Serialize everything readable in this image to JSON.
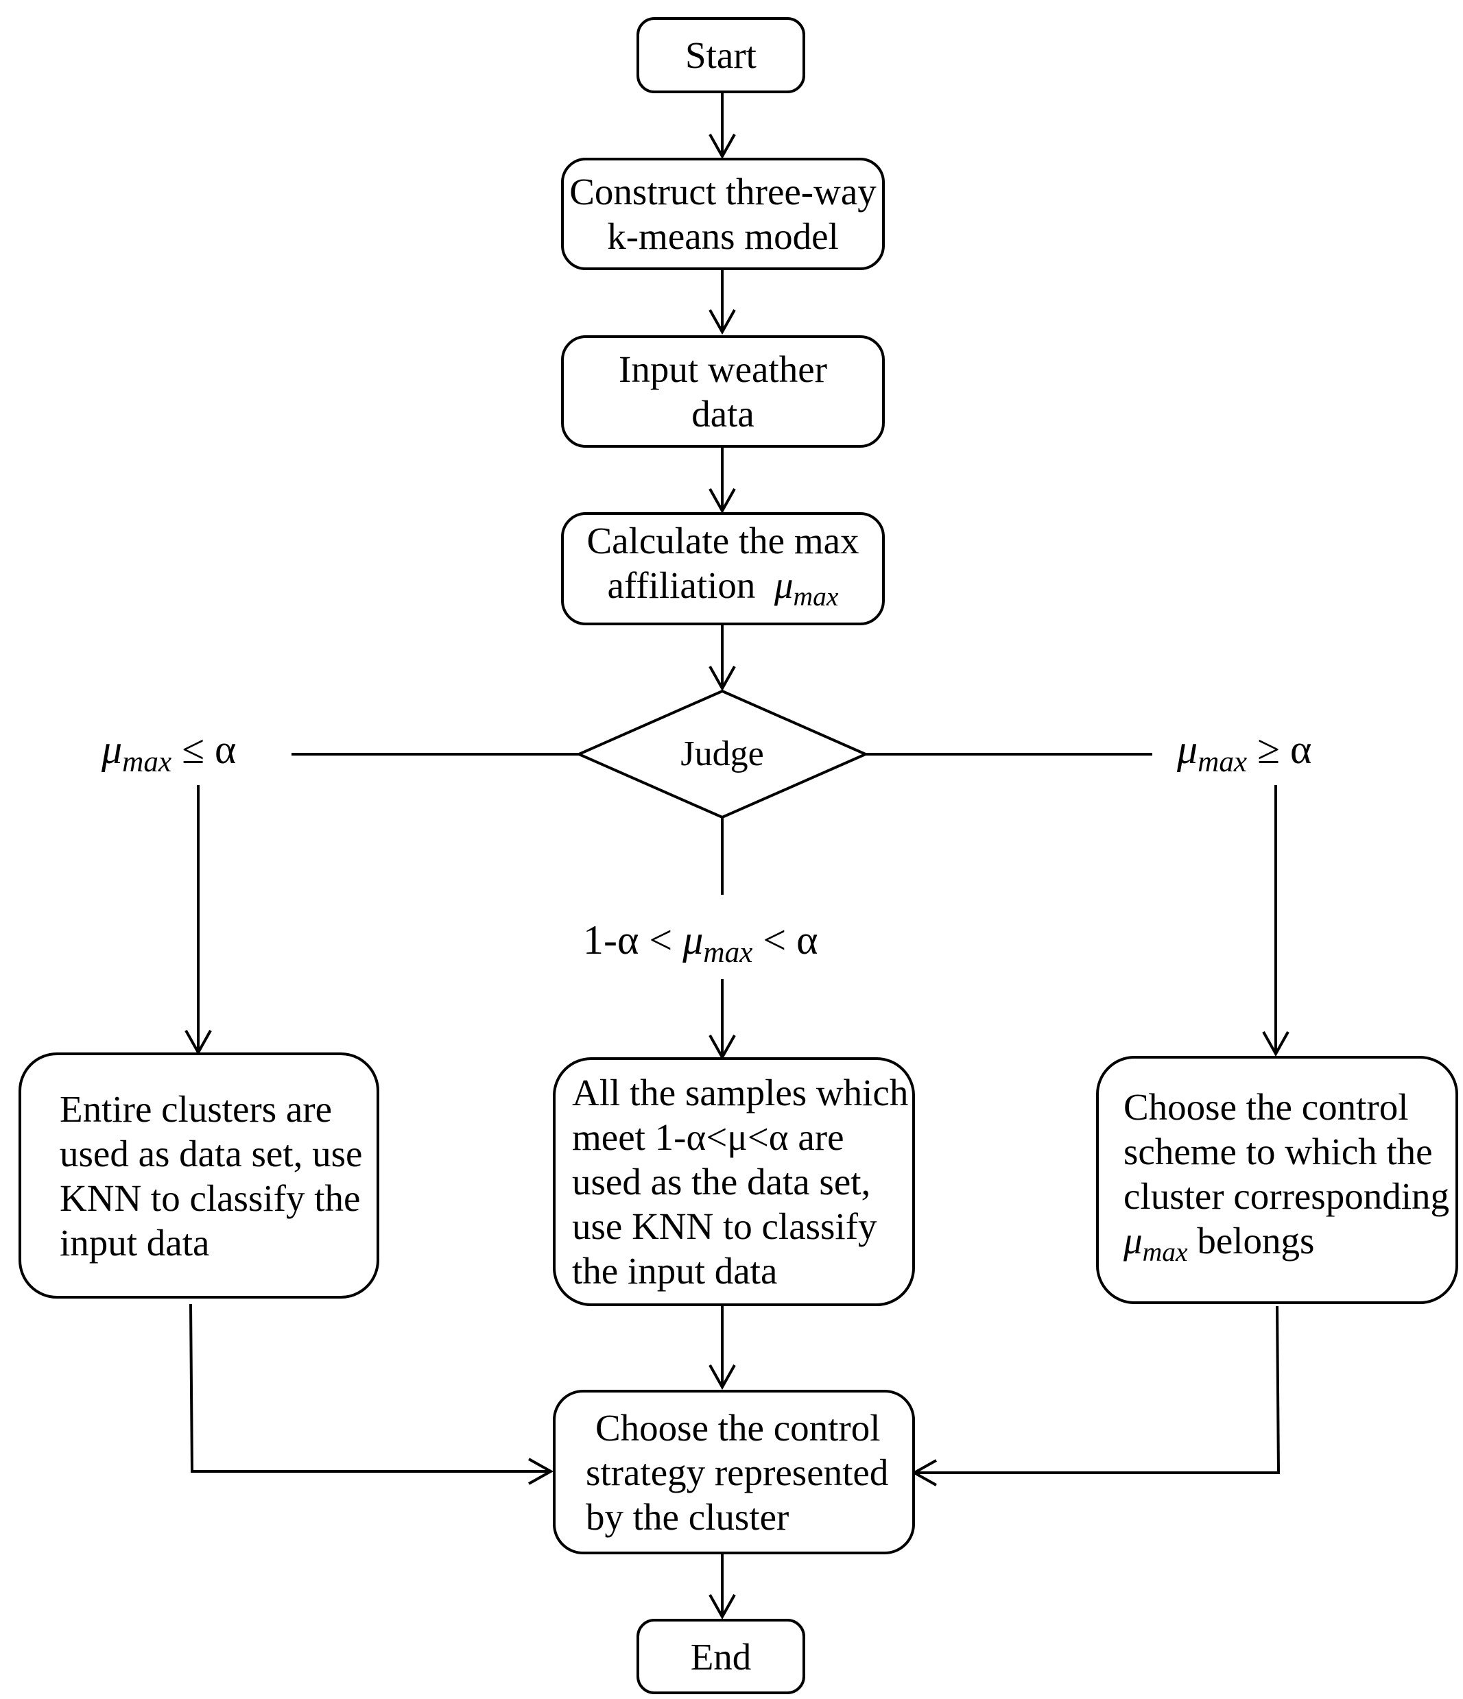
{
  "nodes": {
    "start": "Start",
    "construct": [
      "Construct three-way",
      "k-means model"
    ],
    "input": [
      "Input weather",
      "data"
    ],
    "calculate": {
      "line1": "Calculate the max",
      "line2": "affiliation",
      "symbol": "μ",
      "sub": "max"
    },
    "judge": "Judge",
    "left_box": [
      "Entire clusters are",
      "used as data set, use",
      "KNN to classify the",
      "input data"
    ],
    "middle_box": [
      "All the samples which",
      "meet 1-α<μ<α are",
      "used as the data set,",
      "use KNN to classify",
      "the input data"
    ],
    "right_box": {
      "lines": [
        "Choose the control",
        "scheme to which the",
        "cluster corresponding"
      ],
      "symbol": "μ",
      "sub": "max",
      "tail": "belongs"
    },
    "choose_strategy": [
      "Choose the control",
      "strategy represented",
      "by the cluster"
    ],
    "end": "End"
  },
  "conditions": {
    "left": {
      "symbol": "μ",
      "sub": "max",
      "rest": "≤ α"
    },
    "middle": {
      "prefix": "1-α <",
      "symbol": "μ",
      "sub": "max",
      "rest": "< α"
    },
    "right": {
      "symbol": "μ",
      "sub": "max",
      "rest": "≥ α"
    }
  }
}
